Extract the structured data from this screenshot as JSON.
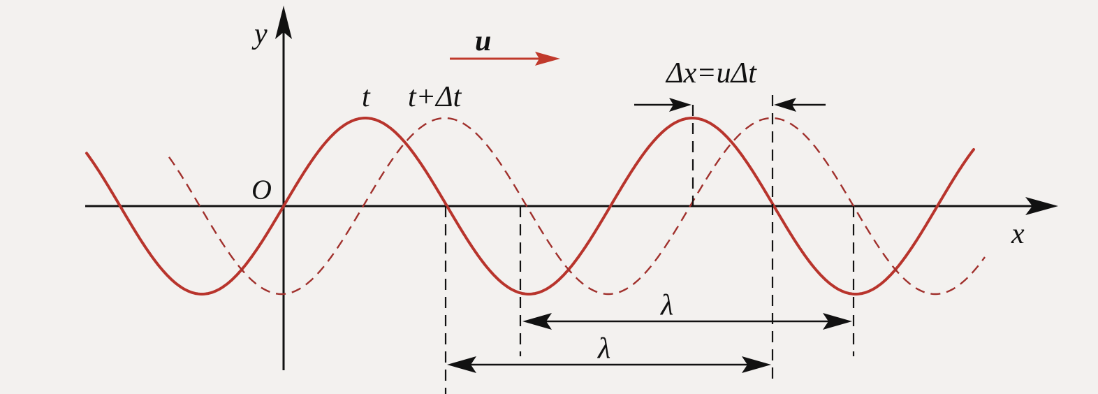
{
  "labels": {
    "y_axis": "y",
    "x_axis": "x",
    "origin": "O",
    "curve_t": "t",
    "curve_t_dt": "t+Δt",
    "velocity": "u",
    "shift": "Δx=uΔt",
    "wavelength_upper": "λ",
    "wavelength_lower": "λ"
  },
  "colors": {
    "wave": "#b8342c",
    "wave_dashed": "#a0302c",
    "axis": "#111111",
    "arrow_u": "#c0392b",
    "background": "#f3f1ef"
  }
}
